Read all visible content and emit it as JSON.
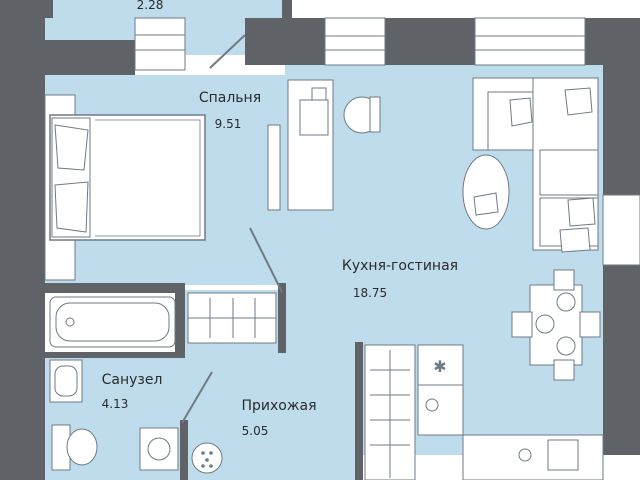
{
  "colors": {
    "wall": "#5f6368",
    "floor": "#bfdcec",
    "furniture": "#ffffff",
    "furniture_line": "#6e7a84"
  },
  "balcony": {
    "area": "2.28"
  },
  "rooms": {
    "bedroom": {
      "name": "Спальня",
      "area": "9.51"
    },
    "living": {
      "name": "Кухня-гостиная",
      "area": "18.75"
    },
    "bathroom": {
      "name": "Санузел",
      "area": "4.13"
    },
    "hall": {
      "name": "Прихожая",
      "area": "5.05"
    }
  },
  "icons": [
    "bed-icon",
    "desk-icon",
    "chair-icon",
    "sofa-icon",
    "coffee-table-icon",
    "dining-table-icon",
    "wardrobe-icon",
    "bathtub-icon",
    "sink-icon",
    "toilet-icon",
    "washing-machine-icon",
    "stove-icon",
    "kitchen-sink-icon"
  ]
}
